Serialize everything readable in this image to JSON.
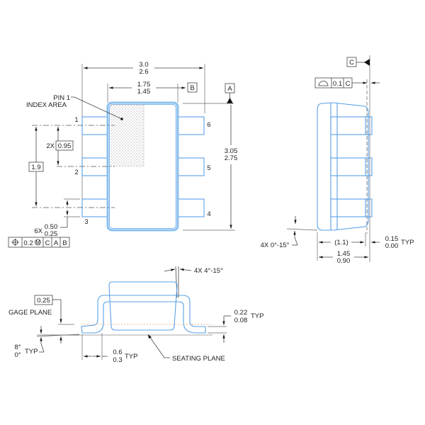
{
  "top_view": {
    "overall_width": {
      "max": "3.0",
      "min": "2.6"
    },
    "body_width": {
      "max": "1.75",
      "min": "1.45"
    },
    "datum_b": "B",
    "datum_a": "A",
    "pin1_label_line1": "PIN 1",
    "pin1_label_line2": "INDEX AREA",
    "pitch": {
      "qty": "2X",
      "value": "0.95"
    },
    "span": "1.9",
    "body_length": {
      "max": "3.05",
      "min": "2.75"
    },
    "lead_width": {
      "qty": "6X",
      "max": "0.50",
      "min": "0.25"
    },
    "pins": [
      "1",
      "2",
      "3",
      "4",
      "5",
      "6"
    ],
    "position_tolerance": {
      "symbol": "position-icon",
      "value": "0.2",
      "modifier": "M",
      "datums": [
        "C",
        "A",
        "B"
      ]
    }
  },
  "side_view": {
    "datum_c": "C",
    "profile_tolerance": {
      "symbol": "profile-of-surface-icon",
      "value": "0.1",
      "datum": "C"
    },
    "angle": "4X 0°-15°",
    "inner_ref": "(1.1)",
    "height": {
      "max": "1.45",
      "min": "0.90"
    },
    "standoff": {
      "max": "0.15",
      "min": "0.00",
      "suffix": "TYP"
    }
  },
  "front_view": {
    "draft_angle": "4X 4°-15°",
    "gage_value": "0.25",
    "gage_label": "GAGE PLANE",
    "lead_angle": {
      "max": "8°",
      "min": "0°",
      "suffix": "TYP"
    },
    "foot_length": {
      "max": "0.6",
      "min": "0.3",
      "suffix": "TYP"
    },
    "lead_thickness": {
      "max": "0.22",
      "min": "0.08",
      "suffix": "TYP"
    },
    "seating_plane": "SEATING PLANE"
  }
}
